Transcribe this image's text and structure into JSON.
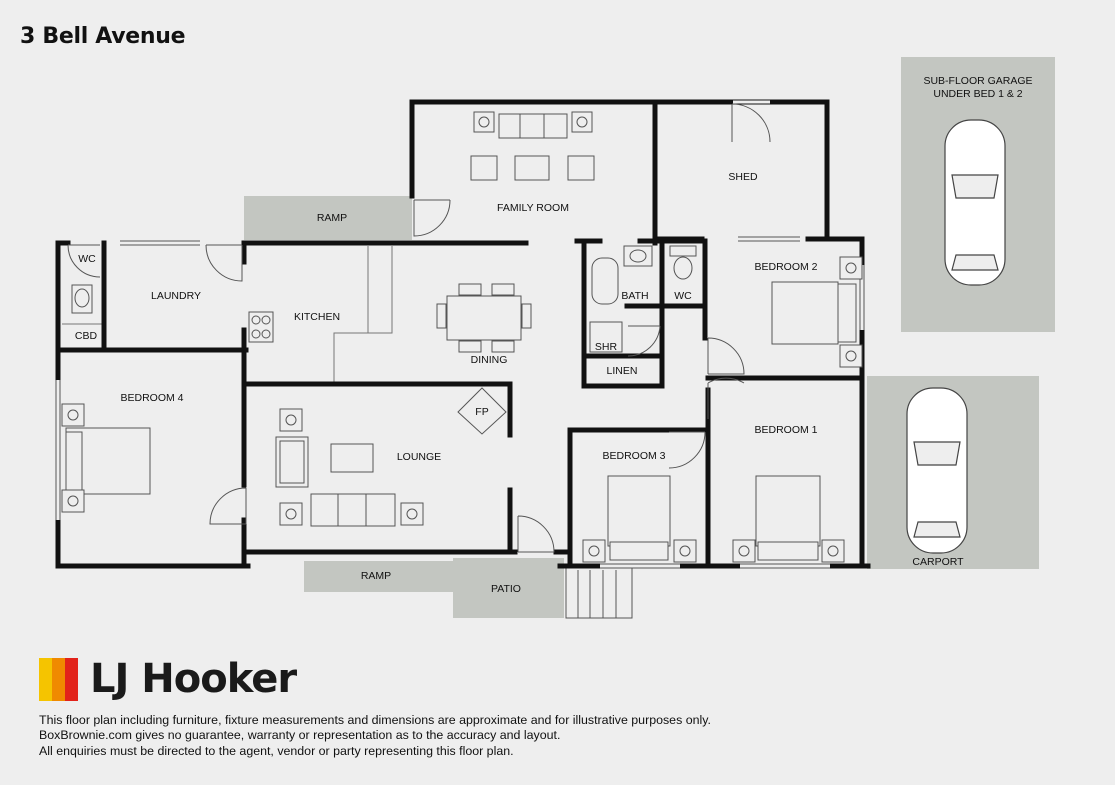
{
  "title": "3 Bell Avenue",
  "rooms": {
    "family_room": "FAMILY ROOM",
    "shed": "SHED",
    "ramp_top": "RAMP",
    "wc_left": "WC",
    "laundry": "LAUNDRY",
    "cbd": "CBD",
    "kitchen": "KITCHEN",
    "dining": "DINING",
    "bath": "BATH",
    "wc_center": "WC",
    "shr": "SHR",
    "linen": "LINEN",
    "bedroom2": "BEDROOM 2",
    "bedroom4": "BEDROOM 4",
    "fp": "FP",
    "lounge": "LOUNGE",
    "bedroom3": "BEDROOM 3",
    "bedroom1": "BEDROOM 1",
    "ramp_bottom": "RAMP",
    "patio": "PATIO",
    "carport": "CARPORT",
    "garage_line1": "SUB-FLOOR GARAGE",
    "garage_line2": "UNDER BED 1 & 2"
  },
  "brand": {
    "name": "LJ Hooker",
    "colors": [
      "#f5c400",
      "#f08a00",
      "#e2231a"
    ]
  },
  "disclaimer": [
    "This floor plan including furniture, fixture measurements and dimensions are approximate and for illustrative purposes only.",
    "BoxBrownie.com gives no guarantee, warranty or representation as to the accuracy and layout.",
    "All enquiries must be directed to the agent, vendor or party representing this floor plan."
  ],
  "colors": {
    "wall": "#111111",
    "floor": "#eeeeee",
    "outdoor": "#c3c6c1",
    "line": "#555555"
  }
}
